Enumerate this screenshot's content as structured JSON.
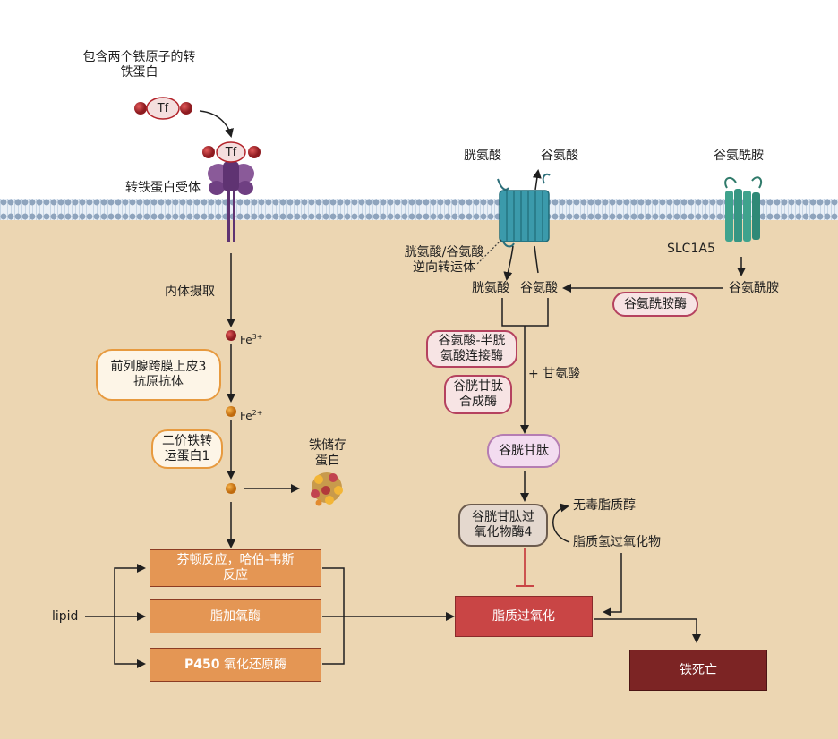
{
  "labels": {
    "tf_two_iron": "包含两个铁原子的转\n铁蛋白",
    "tf": "Tf",
    "tf_receptor": "转铁蛋白受体",
    "endocytosis": "内体摄取",
    "fe3": "Fe",
    "fe3_charge": "3+",
    "fe2": "Fe",
    "fe2_charge": "2+",
    "steap3": "前列腺跨膜上皮3\n抗原抗体",
    "dmt1": "二价铁转\n运蛋白1",
    "ferritin": "铁储存\n蛋白",
    "cystine_top": "胱氨酸",
    "glutamate_top": "谷氨酸",
    "antiporter": "胱氨酸/谷氨酸\n逆向转运体",
    "cystine_in": "胱氨酸",
    "glutamate_in": "谷氨酸",
    "glutamine_top": "谷氨酰胺",
    "slc1a5": "SLC1A5",
    "glutamine_in": "谷氨酰胺",
    "glutaminase": "谷氨酰胺酶",
    "gcl": "谷氨酸-半胱\n氨酸连接酶",
    "glycine": "+ 甘氨酸",
    "gss": "谷胱甘肽\n合成酶",
    "gsh": "谷胱甘肽",
    "gpx4": "谷胱甘肽过\n氧化物酶4",
    "nontoxic_lipid": "无毒脂质醇",
    "lipid_hydroperoxide": "脂质氢过氧化物",
    "fenton": "芬顿反应，哈伯-韦斯\n反应",
    "lipoxygenase": "脂加氧酶",
    "p450_bold": "P450",
    "p450_rest": " 氧化还原酶",
    "lipid": "lipid",
    "lipid_peroxidation": "脂质过氧化",
    "ferroptosis": "铁死亡"
  },
  "colors": {
    "cytoplasm": "#ecd6b2",
    "transferrin_iron": "#b3242b",
    "receptor": "#7b4b8c",
    "transporter": "#2f8fa0",
    "slc1a5": "#3a9a86",
    "ferrous_iron": "#e08a1e"
  }
}
